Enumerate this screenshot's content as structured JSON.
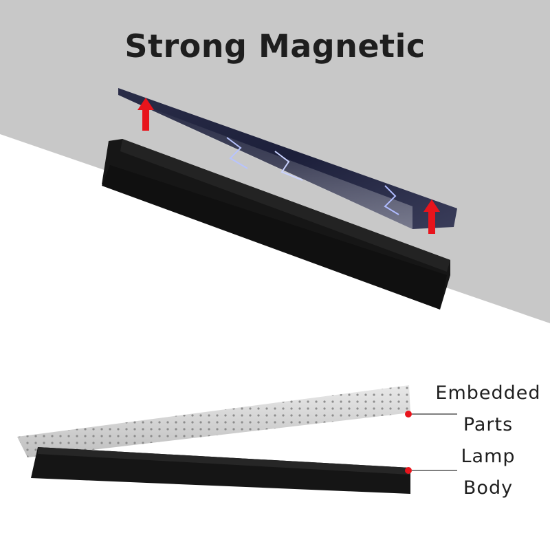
{
  "title": "Strong Magnetic",
  "callouts": [
    {
      "lines": [
        "Embedded",
        "Parts"
      ],
      "marker_color": "#e8141c"
    },
    {
      "lines": [
        "Lamp",
        "Body"
      ],
      "marker_color": "#e8141c"
    }
  ],
  "colors": {
    "ceiling": "#c8c8c8",
    "background": "#ffffff",
    "lamp_body": "#1a1a1a",
    "arrow": "#e8141c",
    "magnetic_plate": "#1c1f3a",
    "embedded_part": "#f4f4f4"
  },
  "icons": {
    "upper_arrow_left": "arrow-up-icon",
    "upper_arrow_right": "arrow-up-icon"
  }
}
